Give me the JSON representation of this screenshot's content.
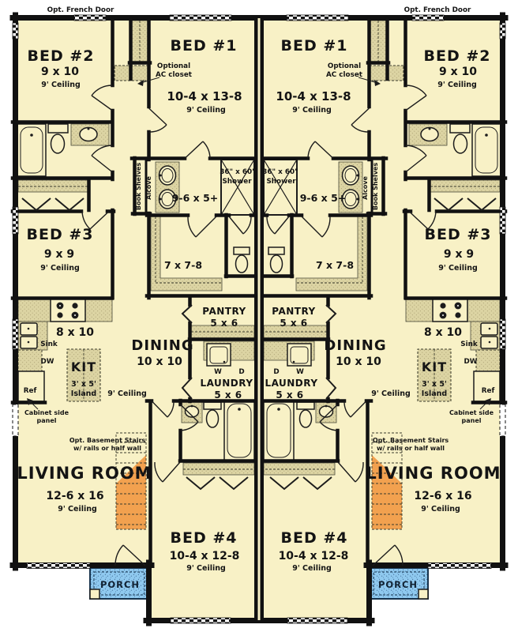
{
  "plan": {
    "top_note": "Opt. French Door",
    "rooms": {
      "bed1": {
        "name": "BED #1",
        "dims": "10-4 x 13-8",
        "ceiling": "9' Ceiling"
      },
      "bed2": {
        "name": "BED #2",
        "dims": "9 x 10",
        "ceiling": "9' Ceiling"
      },
      "bed3": {
        "name": "BED #3",
        "dims": "9 x 9",
        "ceiling": "9' Ceiling"
      },
      "bed4": {
        "name": "BED #4",
        "dims": "10-4 x 12-8",
        "ceiling": "9' Ceiling"
      },
      "living": {
        "name": "LIVING ROOM",
        "dims": "12-6 x 16",
        "ceiling": "9' Ceiling"
      },
      "dining": {
        "name": "DINING",
        "dims": "10 x 10",
        "ceiling": "9' Ceiling"
      },
      "kitchen": {
        "dims": "8 x 10",
        "island1": "KIT",
        "island2": "3' x 5'",
        "island3": "Island",
        "sink": "Sink",
        "dw": "DW",
        "ref": "Ref"
      },
      "pantry": {
        "name": "PANTRY",
        "dims": "5 x 6"
      },
      "laundry": {
        "name": "LAUNDRY",
        "dims": "5 x 6",
        "washer": "W",
        "dryer": "D"
      },
      "master_bath": {
        "dims": "9-6 x 5+",
        "shower_size": "36\" x 60\"",
        "shower_label": "Shower"
      },
      "walkin_closet": {
        "dims": "7 x 7-8"
      },
      "porch": {
        "name": "PORCH"
      }
    },
    "notes": {
      "ac_closet_line1": "Optional",
      "ac_closet_line2": "AC closet",
      "book_shelves": "Book Shelves",
      "alcove": "Alcove",
      "cabinet_line1": "Cabinet side",
      "cabinet_line2": "panel",
      "stairs_line1": "Opt. Basement Stairs",
      "stairs_line2": "w/ rails or half wall"
    },
    "colors": {
      "floor": "#f8f1c6",
      "hatch": "#dcd4a3",
      "hatch_dot": "#b5ab7c",
      "stairs": "#f2a14f",
      "porch": "#8fc9ef",
      "wall": "#111111",
      "ink": "#141414"
    }
  }
}
